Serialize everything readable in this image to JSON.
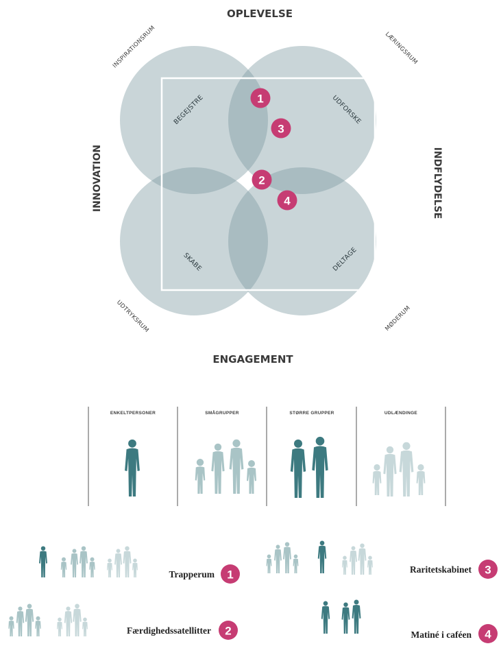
{
  "diagram": {
    "axes": {
      "top": "OPLEVELSE",
      "bottom": "ENGAGEMENT",
      "left": "INNOVATION",
      "right": "INDFLYDELSE"
    },
    "spaces": {
      "top_left": "INSPIRATIONSRUM",
      "top_right": "LÆRINGSRUM",
      "bottom_left": "UDTRYKSRUM",
      "bottom_right": "MØDERUM"
    },
    "quadrants": {
      "top_left": "BEGEJSTRE",
      "top_right": "UDFORSKE",
      "bottom_left": "SKABE",
      "bottom_right": "DELTAGE"
    },
    "markers": [
      "1",
      "3",
      "2",
      "4"
    ]
  },
  "audience": {
    "columns": [
      "ENKELTPERSONER",
      "SMÅGRUPPER",
      "STØRRE GRUPPER",
      "UDLÆNDINGE"
    ]
  },
  "cases": [
    {
      "label": "Trapperum",
      "number": "1"
    },
    {
      "label": "Raritetskabinet",
      "number": "3"
    },
    {
      "label": "Færdighedssatellitter",
      "number": "2"
    },
    {
      "label": "Matiné i caféen",
      "number": "4"
    }
  ],
  "colors": {
    "circle_fill": "#7f9aa1",
    "badge": "#c63c73",
    "figure_dark": "#3d7a80",
    "figure_light": "#a9c4c6",
    "figure_pale": "#c7d8da"
  }
}
